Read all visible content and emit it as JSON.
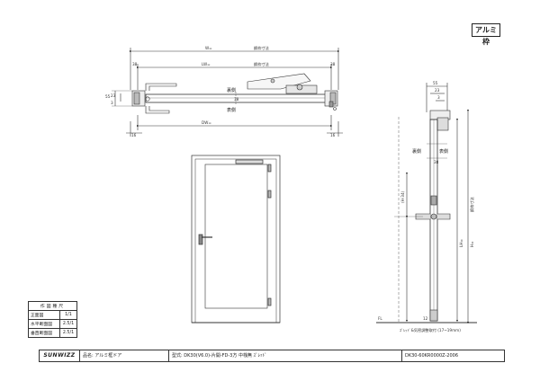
{
  "frame_tag": "アルミ枠",
  "plan": {
    "w_label": "W=",
    "w_size": "鋼枠寸法",
    "left_offset": "38",
    "right_offset": "38",
    "lw_label": "LW=",
    "lw_size": "鋼枠寸法",
    "clear_mark": "38",
    "dw_label": "DW=",
    "depth_top": "55",
    "depth_mid": "23",
    "depth_bot": "3",
    "face_front": "表側",
    "face_back": "裏側",
    "side_left": "16",
    "side_right": "16"
  },
  "section": {
    "top_a": "55",
    "top_b": "23",
    "top_c": "3",
    "face_back": "裏側",
    "face_front": "表側",
    "h_size": "鋼枠寸法",
    "lh_label": "LH=",
    "h_label": "H=",
    "handle_height": "(H-34)",
    "floor_label": "FL",
    "floor_gap": "12",
    "bottom_note": "ｽﾞﾚｯﾄﾞ&気密調整取付 (17~19mm)",
    "inset": "38"
  },
  "scale_table": {
    "header": "作図種尺",
    "rows": [
      {
        "name": "正面図",
        "scale": "1/1"
      },
      {
        "name": "水平断面図",
        "scale": "2.5/1"
      },
      {
        "name": "垂直断面図",
        "scale": "2.5/1"
      }
    ]
  },
  "title_block": {
    "brand": "SUNWIZZ",
    "product_name": "品名: アルミ框ドア",
    "model": "型式: DK30(V6.0)-片開-FD-3方 中桟無 ｽﾞﾚｯﾄﾞ",
    "drawing_no": "DK30-60KR0000Z-2006"
  }
}
